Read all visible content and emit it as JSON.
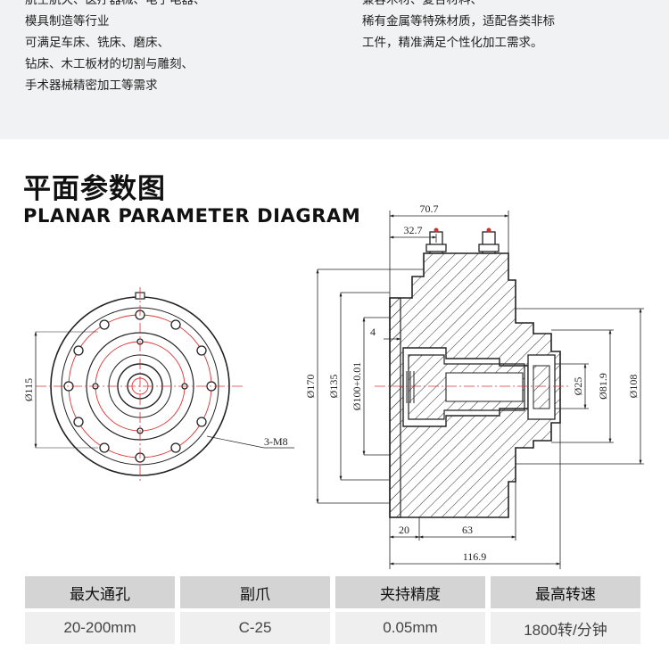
{
  "top_text": {
    "left_lines": [
      "航空航天、医疗器械、电子电器、",
      "模具制造等行业",
      "可满足车床、铣床、磨床、",
      "钻床、木工板材的切割与雕刻、",
      "手术器械精密加工等需求"
    ],
    "right_lines": [
      "兼容木材、复合材料、",
      "稀有金属等特殊材质，适配各类非标",
      "工件，精准满足个性化加工需求。"
    ]
  },
  "section": {
    "title_cn": "平面参数图",
    "title_en": "PLANAR PARAMETER DIAGRAM"
  },
  "front_view": {
    "diameter_label": "Ø115",
    "thread_label": "3-M8"
  },
  "side_view": {
    "dims": {
      "d707": "70.7",
      "d327": "32.7",
      "d4": "4",
      "d170": "Ø170",
      "d135": "Ø135",
      "d100": "Ø100+0.01",
      "d25": "Ø25",
      "d819": "Ø81.9",
      "d108": "Ø108",
      "d20": "20",
      "d63": "63",
      "d1169": "116.9"
    }
  },
  "table": {
    "headers": [
      "最大通孔",
      "副爪",
      "夹持精度",
      "最高转速"
    ],
    "values": [
      "20-200mm",
      "C-25",
      "0.05mm",
      "1800转/分钟"
    ]
  },
  "colors": {
    "top_bg": "#f1f2f3",
    "header_bg": "#d4d4d4",
    "value_bg": "#efefef",
    "center_line": "#d33"
  }
}
